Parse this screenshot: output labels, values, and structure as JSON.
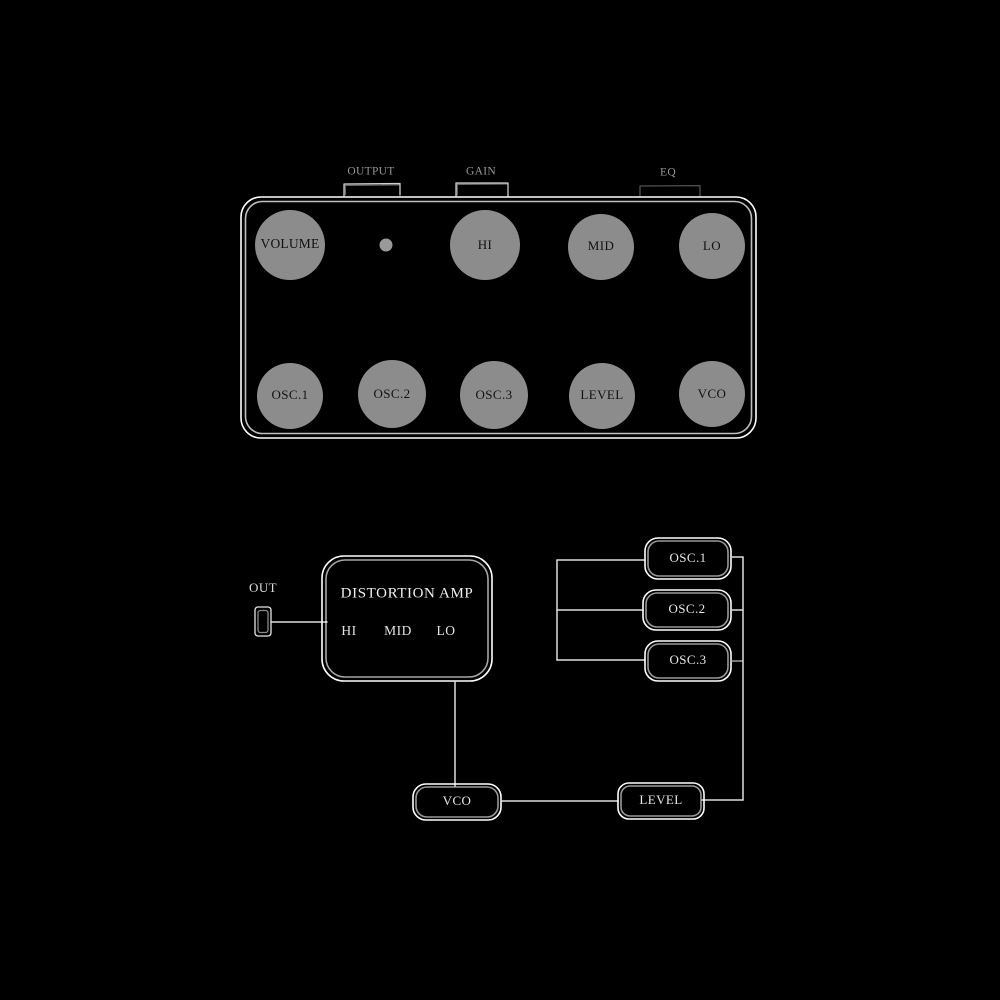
{
  "figure": {
    "background_color": "#000000",
    "line_color": "#ffffff",
    "knob_color": "#8c8c8c",
    "text_color": "#e8e8e8"
  },
  "pedal": {
    "name": "effects-pedal-top-panel",
    "panel_labels": [
      {
        "id": "output",
        "text": "OUTPUT"
      },
      {
        "id": "gain",
        "text": "GAIN"
      },
      {
        "id": "eq",
        "text": "EQ"
      }
    ],
    "indicator": {
      "name": "led-indicator",
      "label": ""
    },
    "knobs_top": [
      {
        "id": "volume",
        "label": "VOLUME"
      },
      {
        "id": "hi",
        "label": "HI"
      },
      {
        "id": "mid",
        "label": "MID"
      },
      {
        "id": "lo",
        "label": "LO"
      }
    ],
    "knobs_bottom": [
      {
        "id": "osc1",
        "label": "OSC.1"
      },
      {
        "id": "osc2",
        "label": "OSC.2"
      },
      {
        "id": "osc3",
        "label": "OSC.3"
      },
      {
        "id": "level",
        "label": "LEVEL"
      },
      {
        "id": "vco",
        "label": "VCO"
      }
    ]
  },
  "block_diagram": {
    "name": "signal-flow-diagram",
    "jack": {
      "id": "out-jack",
      "label": "OUT"
    },
    "blocks": [
      {
        "id": "distortion-amp",
        "label": "DISTORTION AMP"
      },
      {
        "id": "osc1-block",
        "label": "OSC.1"
      },
      {
        "id": "osc2-block",
        "label": "OSC.2"
      },
      {
        "id": "osc3-block",
        "label": "OSC.3"
      },
      {
        "id": "vco-block",
        "label": "VCO"
      },
      {
        "id": "level-block",
        "label": "LEVEL"
      }
    ],
    "eq_bands": [
      {
        "id": "hi",
        "label": "HI"
      },
      {
        "id": "mid",
        "label": "MID"
      },
      {
        "id": "lo",
        "label": "LO"
      }
    ]
  }
}
